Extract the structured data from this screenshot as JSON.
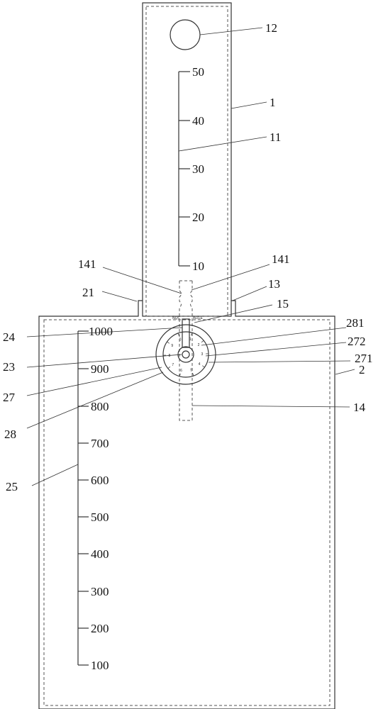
{
  "upper_scale": [
    "50",
    "40",
    "30",
    "20",
    "10"
  ],
  "lower_scale": [
    "1000",
    "900",
    "800",
    "700",
    "600",
    "500",
    "400",
    "300",
    "200",
    "100"
  ],
  "dial_numbers": [
    "0",
    "1",
    "2",
    "3",
    "4",
    "5",
    "6",
    "7",
    "8",
    "9"
  ],
  "neck_marks": [
    "NQC",
    "WZLE"
  ],
  "labels": {
    "l12": "12",
    "l1": "1",
    "l11": "11",
    "l141_left": "141",
    "l141_right": "141",
    "l21": "21",
    "l13": "13",
    "l15": "15",
    "l281": "281",
    "l272": "272",
    "l271": "271",
    "l24": "24",
    "l23": "23",
    "l27": "27",
    "l28": "28",
    "l2": "2",
    "l14": "14",
    "l25": "25"
  }
}
